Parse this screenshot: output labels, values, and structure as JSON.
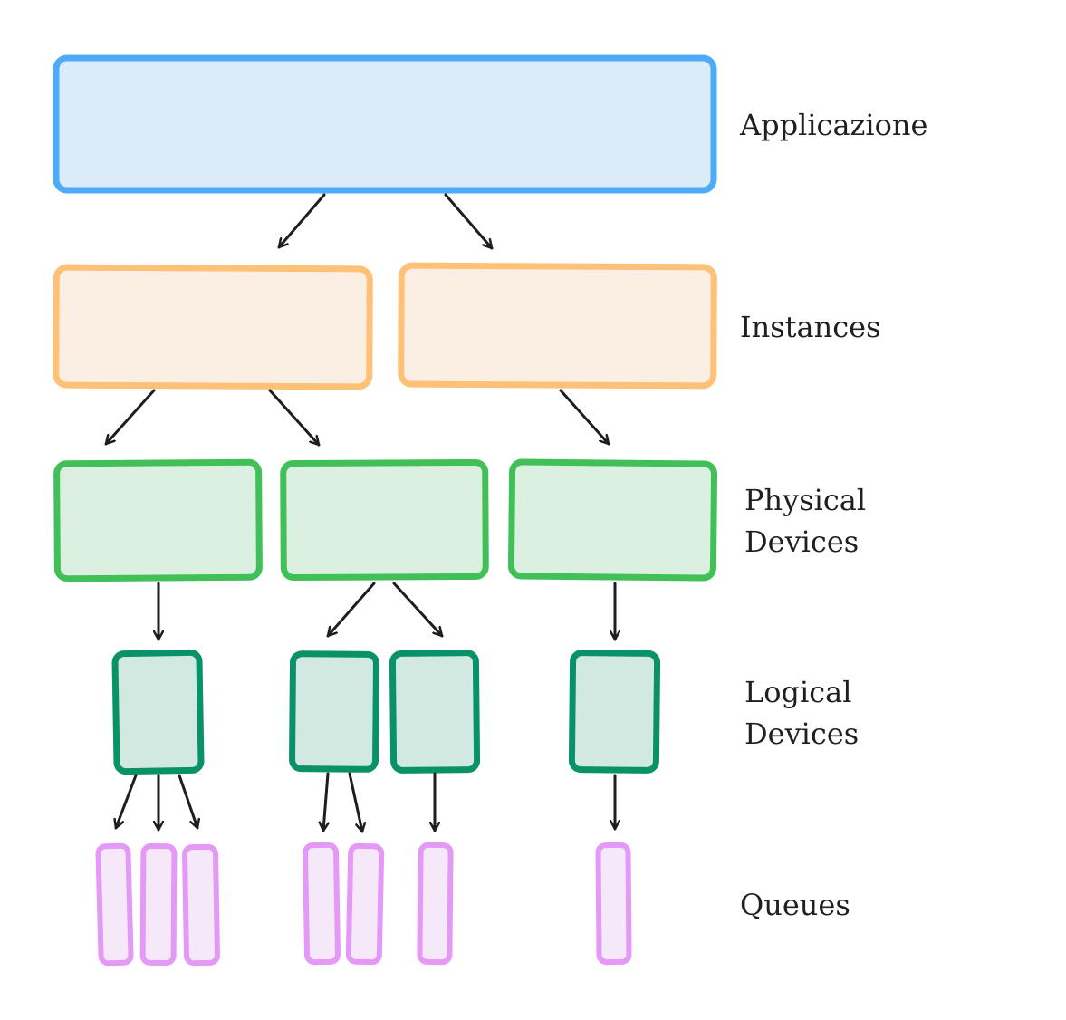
{
  "tiers": {
    "application": {
      "label": "Applicazione",
      "fill": "#dbebf8",
      "stroke": "#4dabf7"
    },
    "instances": {
      "label": "Instances",
      "fill": "#fbefe3",
      "stroke": "#ffc078"
    },
    "physical_devices": {
      "label_line1": "Physical",
      "label_line2": "Devices",
      "fill": "#dbf0e1",
      "stroke": "#40c057"
    },
    "logical_devices": {
      "label_line1": "Logical",
      "label_line2": "Devices",
      "fill": "#d2e9e2",
      "stroke": "#099268"
    },
    "queues": {
      "label": "Queues",
      "fill": "#f5e8f8",
      "stroke": "#e599f7"
    }
  },
  "arrow_color": "#1e1e1e"
}
